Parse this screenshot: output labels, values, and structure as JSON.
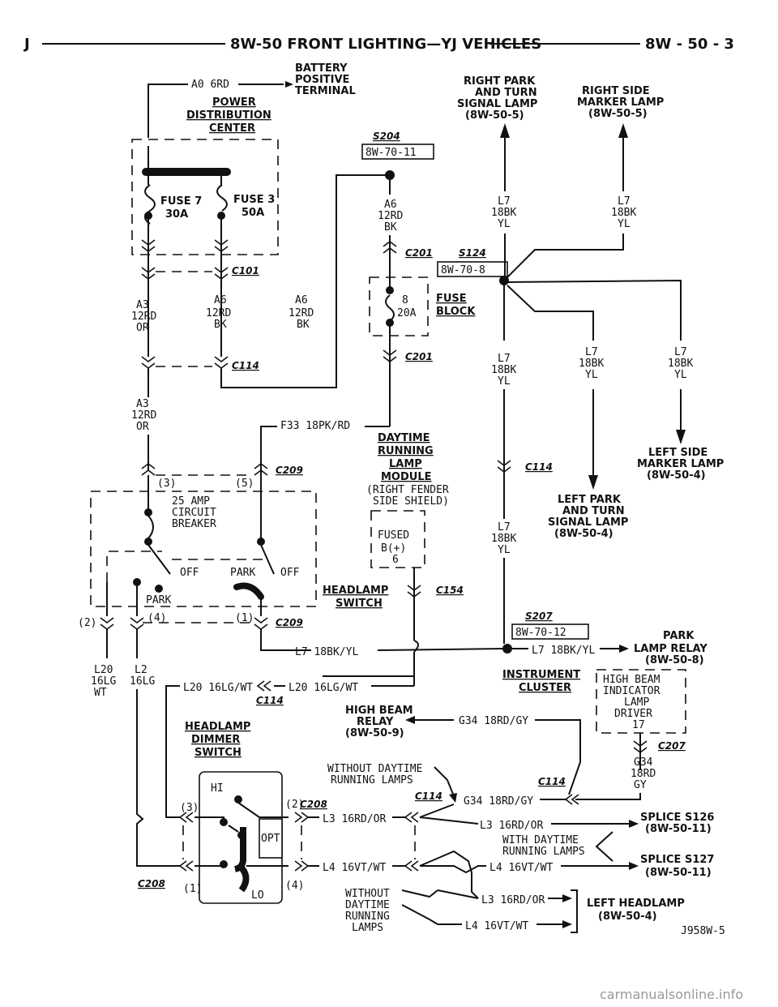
{
  "header": {
    "left": "J",
    "title": "8W-50 FRONT LIGHTING—YJ VEHICLES",
    "page": "8W - 50 - 3"
  },
  "battery": {
    "wire": "A0 6RD",
    "l1": "BATTERY",
    "l2": "POSITIVE",
    "l3": "TERMINAL"
  },
  "pdc": {
    "l1": "POWER",
    "l2": "DISTRIBUTION",
    "l3": "CENTER",
    "fuse7a": "FUSE 7",
    "fuse7b": "30A",
    "fuse3a": "FUSE 3",
    "fuse3b": "50A"
  },
  "connectors": {
    "c101": "C101",
    "c114": "C114",
    "c201": "C201",
    "c209": "C209",
    "c154": "C154",
    "c208": "C208",
    "c207": "C207",
    "s204": "S204",
    "s124": "S124",
    "s207": "S207",
    "ref_s204": "8W-70-11",
    "ref_s124": "8W-70-8",
    "ref_s207": "8W-70-12"
  },
  "wires": {
    "a3a": "A3",
    "a3b": "12RD",
    "a3c": "OR",
    "a6a": "A6",
    "a6b": "12RD",
    "a6c": "BK",
    "l7a": "L7",
    "l7b": "18BK",
    "l7c": "YL",
    "f33": "F33 18PK/RD",
    "l7byl": "L7 18BK/YL",
    "l20": "L20 16LG/WT",
    "l20a": "L20",
    "l20b": "16LG",
    "l20c": "WT",
    "l2a": "L2",
    "l2b": "16LG",
    "g34": "G34 18RD/GY",
    "g34a": "G34",
    "g34b": "18RD",
    "g34c": "GY",
    "l3": "L3 16RD/OR",
    "l4": "L4 16VT/WT"
  },
  "fuseblock": {
    "num": "8",
    "amp": "20A",
    "l1": "FUSE",
    "l2": "BLOCK"
  },
  "labels": {
    "rp1": "RIGHT PARK",
    "rp2": "AND TURN",
    "rp3": "SIGNAL LAMP",
    "rp4": "(8W-50-5)",
    "rs1": "RIGHT SIDE",
    "rs2": "MARKER LAMP",
    "rs3": "(8W-50-5)",
    "ls1": "LEFT SIDE",
    "ls2": "MARKER LAMP",
    "ls3": "(8W-50-4)",
    "lp1": "LEFT PARK",
    "lp2": "AND TURN",
    "lp3": "SIGNAL LAMP",
    "lp4": "(8W-50-4)",
    "drl1": "DAYTIME",
    "drl2": "RUNNING",
    "drl3": "LAMP",
    "drl4": "MODULE",
    "drl5": "(RIGHT FENDER",
    "drl6": "SIDE SHIELD)",
    "fused1": "FUSED",
    "fused2": "B(+)",
    "fused3": "6",
    "cb1": "25 AMP",
    "cb2": "CIRCUIT",
    "cb3": "BREAKER",
    "off1": "OFF",
    "park1": "PARK",
    "off2": "OFF",
    "park2": "PARK",
    "hs1": "HEADLAMP",
    "hs2": "SWITCH",
    "p3": "(3)",
    "p5": "(5)",
    "p2": "(2)",
    "p4": "(4)",
    "p1": "(1)",
    "pr1": "PARK",
    "pr2": "LAMP RELAY",
    "pr3": "(8W-50-8)",
    "ic1": "INSTRUMENT",
    "ic2": "CLUSTER",
    "hb1": "HIGH BEAM",
    "hb2": "INDICATOR",
    "hb3": "LAMP",
    "hb4": "DRIVER",
    "hb5": "17",
    "hbr1": "HIGH BEAM",
    "hbr2": "RELAY",
    "hbr3": "(8W-50-9)",
    "hd1": "HEADLAMP",
    "hd2": "DIMMER",
    "hd3": "SWITCH",
    "wo1": "WITHOUT DAYTIME",
    "wo2": "RUNNING LAMPS",
    "hi": "HI",
    "lo": "LO",
    "opt": "OPT",
    "d3": "(3)",
    "d2": "(2)",
    "d1": "(1)",
    "d4": "(4)",
    "sp126a": "SPLICE S126",
    "sp126b": "(8W-50-11)",
    "sp127a": "SPLICE S127",
    "sp127b": "(8W-50-11)",
    "wd1": "WITH DAYTIME",
    "wd2": "RUNNING LAMPS",
    "wod1": "WITHOUT",
    "wod2": "DAYTIME",
    "wod3": "RUNNING",
    "wod4": "LAMPS",
    "lh1": "LEFT HEADLAMP",
    "lh2": "(8W-50-4)",
    "fig": "J958W-5"
  },
  "footer": {
    "watermark": "carmanualsonline.info"
  }
}
